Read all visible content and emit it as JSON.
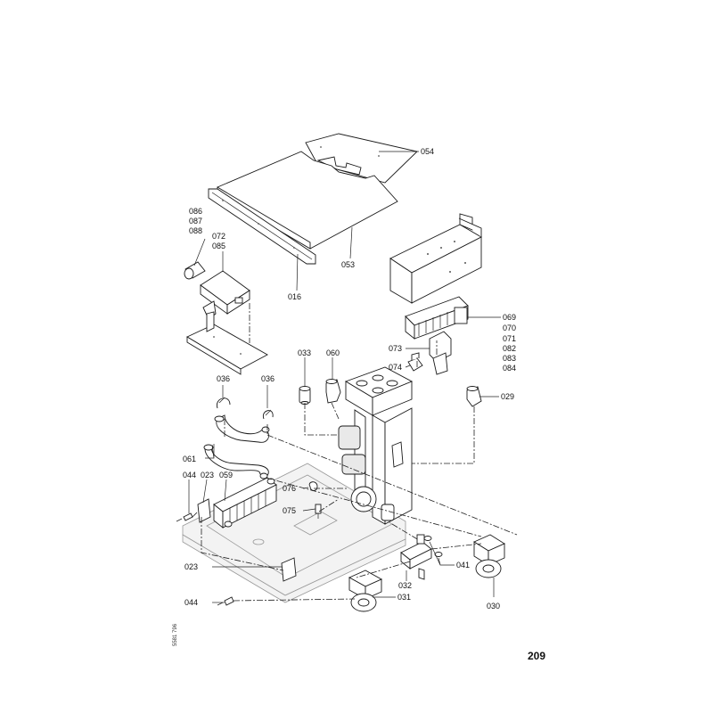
{
  "labels": {
    "l054": "054",
    "l086": "086",
    "l087": "087",
    "l088": "088",
    "l072": "072",
    "l085": "085",
    "l053": "053",
    "l016": "016",
    "l069": "069",
    "l070": "070",
    "l071": "071",
    "l082": "082",
    "l083": "083",
    "l084": "084",
    "l073": "073",
    "l074": "074",
    "l033": "033",
    "l060": "060",
    "l029": "029",
    "l036a": "036",
    "l036b": "036",
    "l061": "061",
    "l044a": "044",
    "l023a": "023",
    "l059": "059",
    "l076": "076",
    "l075": "075",
    "l023b": "023",
    "l041": "041",
    "l032": "032",
    "l031": "031",
    "l030": "030",
    "l044b": "044"
  },
  "page_number": "209",
  "doc_number": "5581 796"
}
